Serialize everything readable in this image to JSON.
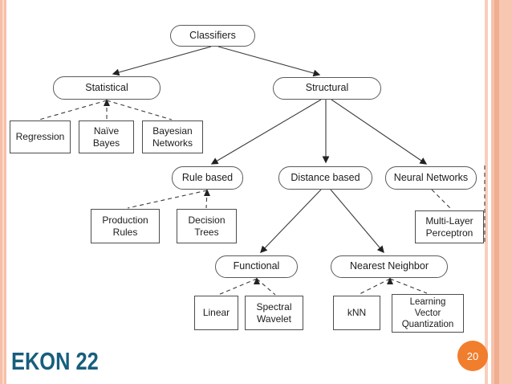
{
  "slide": {
    "background": "#ffffff"
  },
  "diagram": {
    "title_node": "Classifiers",
    "nodes": [
      {
        "id": "classifiers",
        "label": "Classifiers",
        "shape": "pill"
      },
      {
        "id": "statistical",
        "label": "Statistical",
        "shape": "pill"
      },
      {
        "id": "structural",
        "label": "Structural",
        "shape": "pill"
      },
      {
        "id": "regression",
        "label": "Regression",
        "shape": "rect"
      },
      {
        "id": "naive-bayes",
        "label": "Naïve\nBayes",
        "shape": "rect"
      },
      {
        "id": "bayesian-networks",
        "label": "Bayesian\nNetworks",
        "shape": "rect"
      },
      {
        "id": "rule-based",
        "label": "Rule based",
        "shape": "pill"
      },
      {
        "id": "distance-based",
        "label": "Distance based",
        "shape": "pill"
      },
      {
        "id": "neural-networks",
        "label": "Neural Networks",
        "shape": "pill"
      },
      {
        "id": "production-rules",
        "label": "Production\nRules",
        "shape": "rect"
      },
      {
        "id": "decision-trees",
        "label": "Decision\nTrees",
        "shape": "rect"
      },
      {
        "id": "multi-layer-perceptron",
        "label": "Multi-Layer\nPerceptron",
        "shape": "rect"
      },
      {
        "id": "functional",
        "label": "Functional",
        "shape": "pill"
      },
      {
        "id": "nearest-neighbor",
        "label": "Nearest Neighbor",
        "shape": "pill"
      },
      {
        "id": "linear",
        "label": "Linear",
        "shape": "rect"
      },
      {
        "id": "spectral-wavelet",
        "label": "Spectral\nWavelet",
        "shape": "rect"
      },
      {
        "id": "knn",
        "label": "kNN",
        "shape": "rect"
      },
      {
        "id": "learning-vector-quantization",
        "label": "Learning\nVector\nQuantization",
        "shape": "rect"
      }
    ],
    "edges": [
      {
        "from": "classifiers",
        "to": "statistical",
        "style": "solid-arrow"
      },
      {
        "from": "classifiers",
        "to": "structural",
        "style": "solid-arrow"
      },
      {
        "from": "statistical",
        "to": "regression",
        "style": "dashed"
      },
      {
        "from": "statistical",
        "to": "naive-bayes",
        "style": "dashed"
      },
      {
        "from": "statistical",
        "to": "bayesian-networks",
        "style": "dashed"
      },
      {
        "from": "structural",
        "to": "rule-based",
        "style": "solid-arrow"
      },
      {
        "from": "structural",
        "to": "distance-based",
        "style": "solid-arrow"
      },
      {
        "from": "structural",
        "to": "neural-networks",
        "style": "solid-arrow"
      },
      {
        "from": "rule-based",
        "to": "production-rules",
        "style": "dashed"
      },
      {
        "from": "rule-based",
        "to": "decision-trees",
        "style": "dashed"
      },
      {
        "from": "neural-networks",
        "to": "multi-layer-perceptron",
        "style": "dashed"
      },
      {
        "from": "distance-based",
        "to": "functional",
        "style": "solid-arrow"
      },
      {
        "from": "distance-based",
        "to": "nearest-neighbor",
        "style": "solid-arrow"
      },
      {
        "from": "functional",
        "to": "linear",
        "style": "dashed"
      },
      {
        "from": "functional",
        "to": "spectral-wavelet",
        "style": "dashed"
      },
      {
        "from": "nearest-neighbor",
        "to": "knn",
        "style": "dashed"
      },
      {
        "from": "nearest-neighbor",
        "to": "learning-vector-quantization",
        "style": "dashed"
      }
    ]
  },
  "footer": {
    "logo": "EKON 22",
    "page_number": "20"
  },
  "colors": {
    "logo_teal": "#175e7e",
    "page_badge_orange": "#f07e2d",
    "stripe_salmon_light": "#f8c7b1",
    "stripe_salmon_dark": "#f0ad90",
    "node_border": "#4d4d4d",
    "edge_line": "#3a3a3a"
  }
}
